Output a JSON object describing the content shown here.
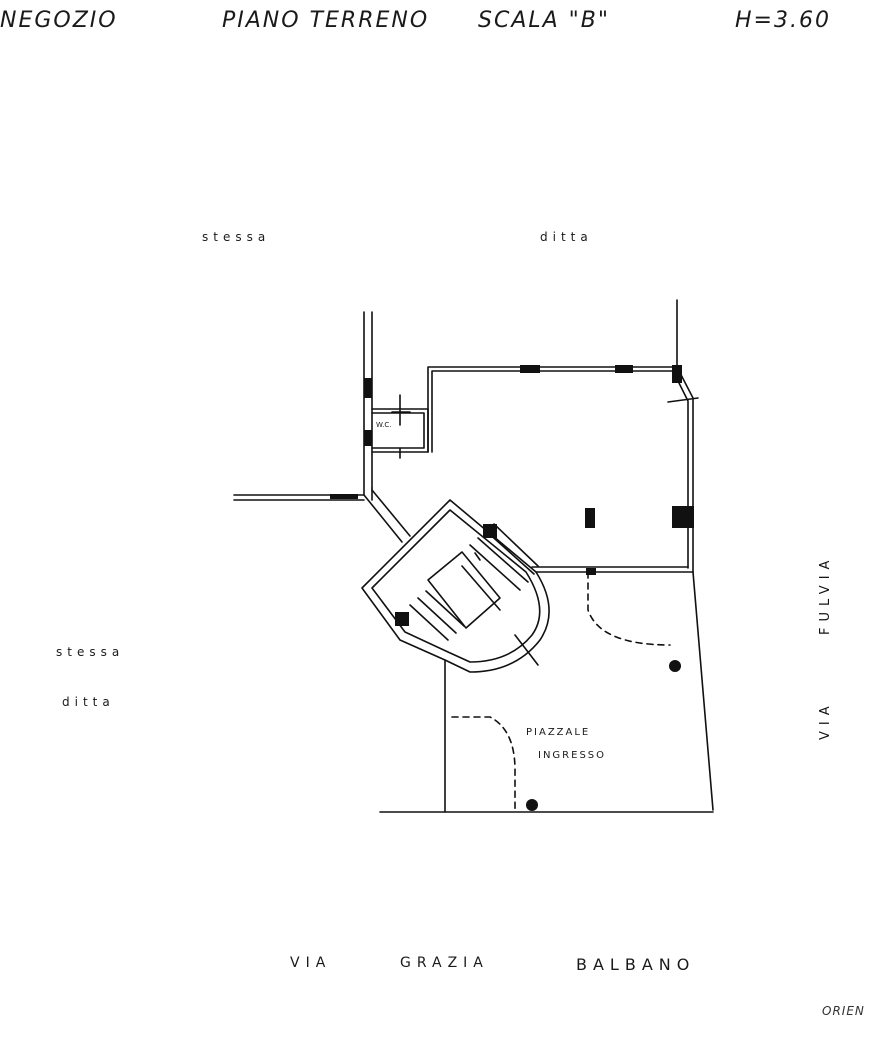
{
  "header": {
    "negozio": "NEGOZIO",
    "piano": "PIANO TERRENO",
    "scala": "SCALA \"B\"",
    "height": "H=3.60"
  },
  "labels": {
    "stessa_top": "stessa",
    "ditta_top": "ditta",
    "stessa_left": "stessa",
    "ditta_left": "ditta",
    "wc": "W.C.",
    "piazzale_1": "PIAZZALE",
    "piazzale_2": "INGRESSO"
  },
  "streets": {
    "bottom_1": "VIA",
    "bottom_2": "GRAZIA",
    "bottom_3": "BALBANO",
    "right_1": "VIA",
    "right_2": "FULVIA"
  },
  "footer": {
    "orientation": "ORIEN"
  }
}
